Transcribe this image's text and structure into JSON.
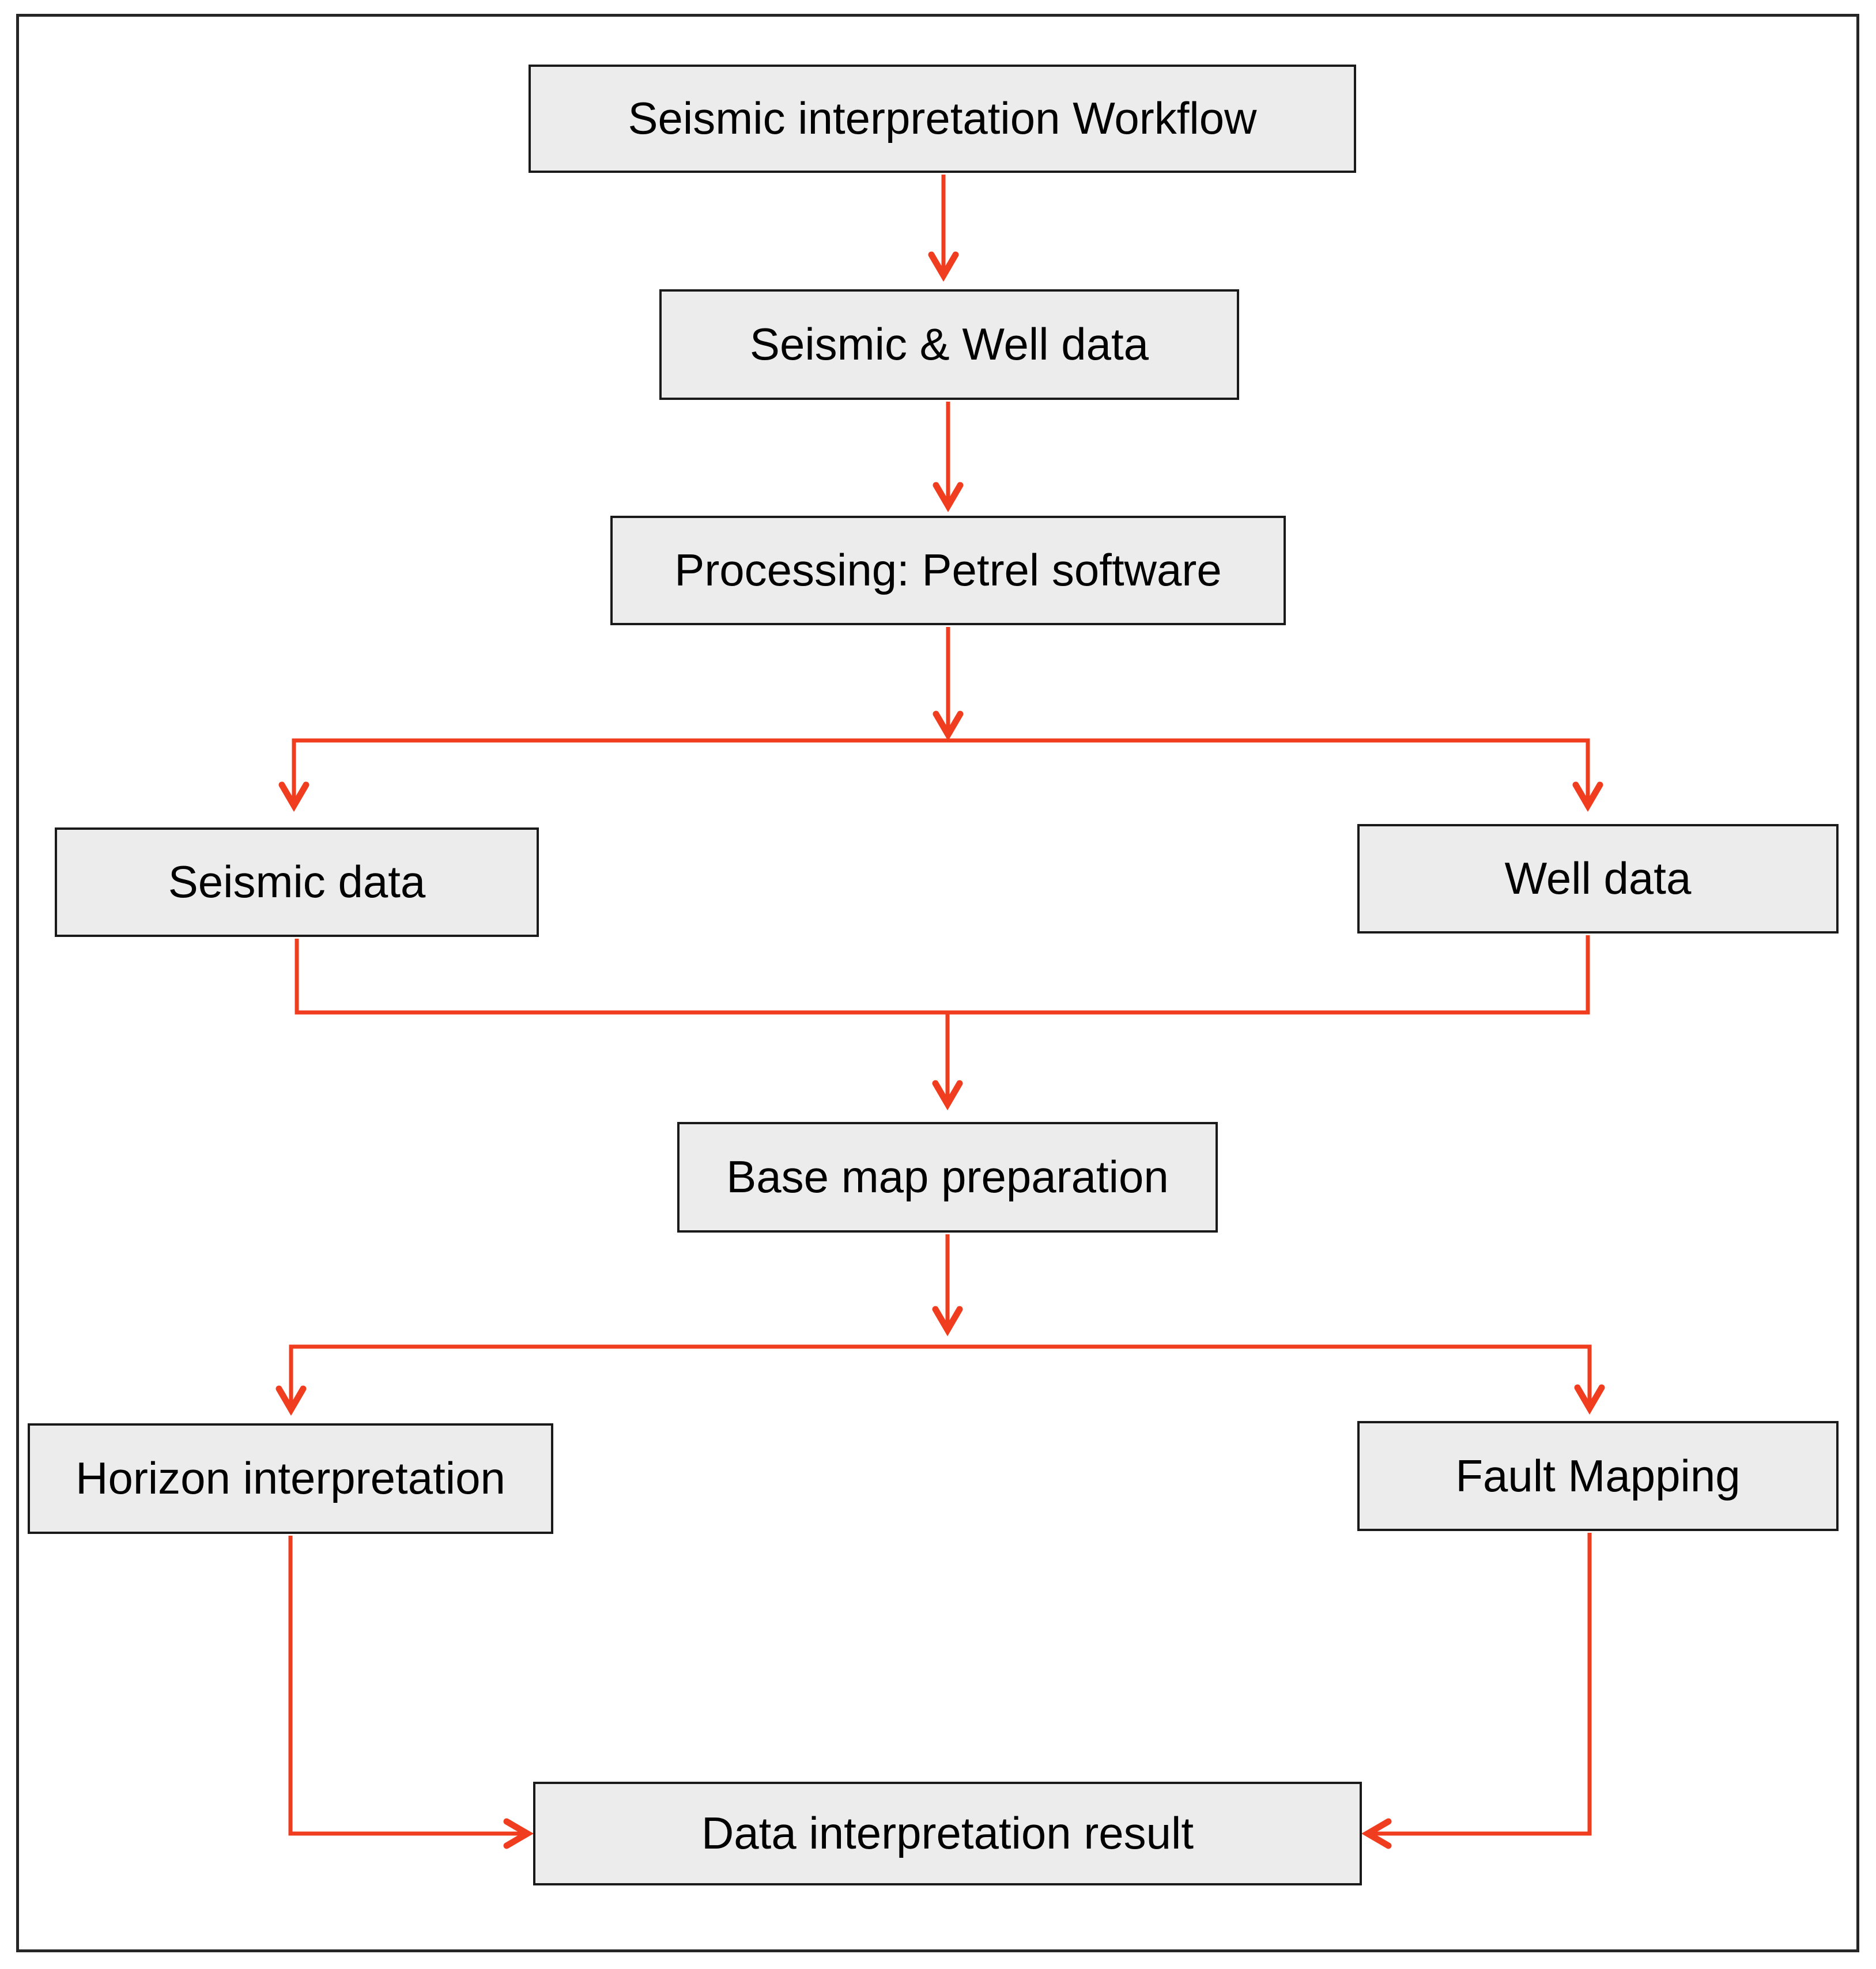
{
  "diagram": {
    "title_node": "Seismic interpretation Workflow",
    "nodes": [
      {
        "id": "workflow",
        "label": "Seismic interpretation Workflow"
      },
      {
        "id": "seismic-well-data",
        "label": "Seismic & Well data"
      },
      {
        "id": "processing",
        "label": "Processing: Petrel software"
      },
      {
        "id": "seismic-data",
        "label": "Seismic data"
      },
      {
        "id": "well-data",
        "label": "Well data"
      },
      {
        "id": "base-map",
        "label": "Base map preparation"
      },
      {
        "id": "horizon",
        "label": "Horizon interpretation"
      },
      {
        "id": "fault-mapping",
        "label": "Fault Mapping"
      },
      {
        "id": "result",
        "label": "Data interpretation result"
      }
    ],
    "edges": [
      {
        "from": "workflow",
        "to": "seismic-well-data"
      },
      {
        "from": "seismic-well-data",
        "to": "processing"
      },
      {
        "from": "processing",
        "to": "seismic-data"
      },
      {
        "from": "processing",
        "to": "well-data"
      },
      {
        "from": "seismic-data",
        "to": "base-map"
      },
      {
        "from": "well-data",
        "to": "base-map"
      },
      {
        "from": "base-map",
        "to": "horizon"
      },
      {
        "from": "base-map",
        "to": "fault-mapping"
      },
      {
        "from": "horizon",
        "to": "result"
      },
      {
        "from": "fault-mapping",
        "to": "result"
      }
    ]
  },
  "colors": {
    "arrow": "#f13d1f",
    "box_fill": "#ececec",
    "box_border": "#1a1a1a",
    "frame_border": "#262626",
    "text": "#000000"
  }
}
